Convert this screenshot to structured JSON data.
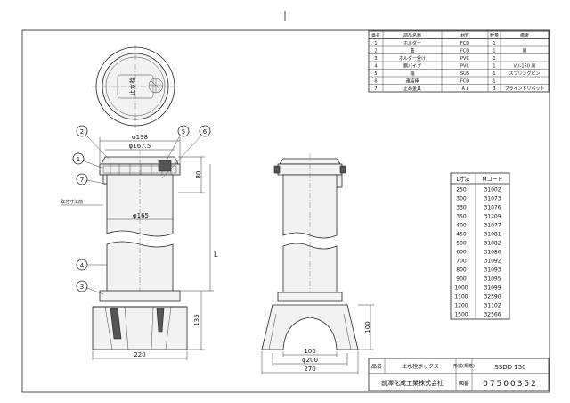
{
  "parts_table": {
    "headers": [
      "番号",
      "部品名称",
      "材質",
      "数量",
      "備考"
    ],
    "rows": [
      {
        "no": "1",
        "name": "ホルダー",
        "material": "FCD",
        "qty": "1",
        "note": ""
      },
      {
        "no": "2",
        "name": "蓋",
        "material": "FCD",
        "qty": "1",
        "note": "黒"
      },
      {
        "no": "3",
        "name": "ホルダー受け",
        "material": "PVC",
        "qty": "1",
        "note": ""
      },
      {
        "no": "4",
        "name": "鋼パイプ",
        "material": "PVC",
        "qty": "1",
        "note": "VU-150 黒"
      },
      {
        "no": "5",
        "name": "軸",
        "material": "SUS",
        "qty": "1",
        "note": "スプリングピン"
      },
      {
        "no": "6",
        "name": "連結棒",
        "material": "FCD",
        "qty": "1",
        "note": ""
      },
      {
        "no": "7",
        "name": "止め金具",
        "material": "A ℓ",
        "qty": "3",
        "note": "ブラインドリベット"
      }
    ]
  },
  "size_table": {
    "headers": [
      "L寸法",
      "Mコード"
    ],
    "rows": [
      [
        "250",
        "31002"
      ],
      [
        "300",
        "31073"
      ],
      [
        "330",
        "31076"
      ],
      [
        "350",
        "31209"
      ],
      [
        "400",
        "31077"
      ],
      [
        "450",
        "31081"
      ],
      [
        "500",
        "31082"
      ],
      [
        "600",
        "31086"
      ],
      [
        "700",
        "31092"
      ],
      [
        "800",
        "31093"
      ],
      [
        "900",
        "31095"
      ],
      [
        "1000",
        "31099"
      ],
      [
        "1100",
        "32590"
      ],
      [
        "1200",
        "31102"
      ],
      [
        "1500",
        "32566"
      ]
    ]
  },
  "dimensions": {
    "d198": "φ198",
    "d167": "φ167.5",
    "d165": "φ165",
    "h80": "80",
    "L": "L",
    "h135": "135",
    "w220": "220",
    "w100": "100",
    "d200": "φ200",
    "w270": "270",
    "h100": "100"
  },
  "callouts": [
    "1",
    "2",
    "3",
    "4",
    "5",
    "6",
    "7"
  ],
  "side_note": "取付寸法前",
  "lid_text": "止水栓",
  "title_block": {
    "name_label": "品名",
    "name_value": "止水栓ボックス",
    "type_label": "形式(規格)",
    "type_value": "SSDD 150",
    "company": "前澤化成工業株式会社",
    "drawing_no_label": "図番",
    "drawing_no_value": "07500352"
  }
}
